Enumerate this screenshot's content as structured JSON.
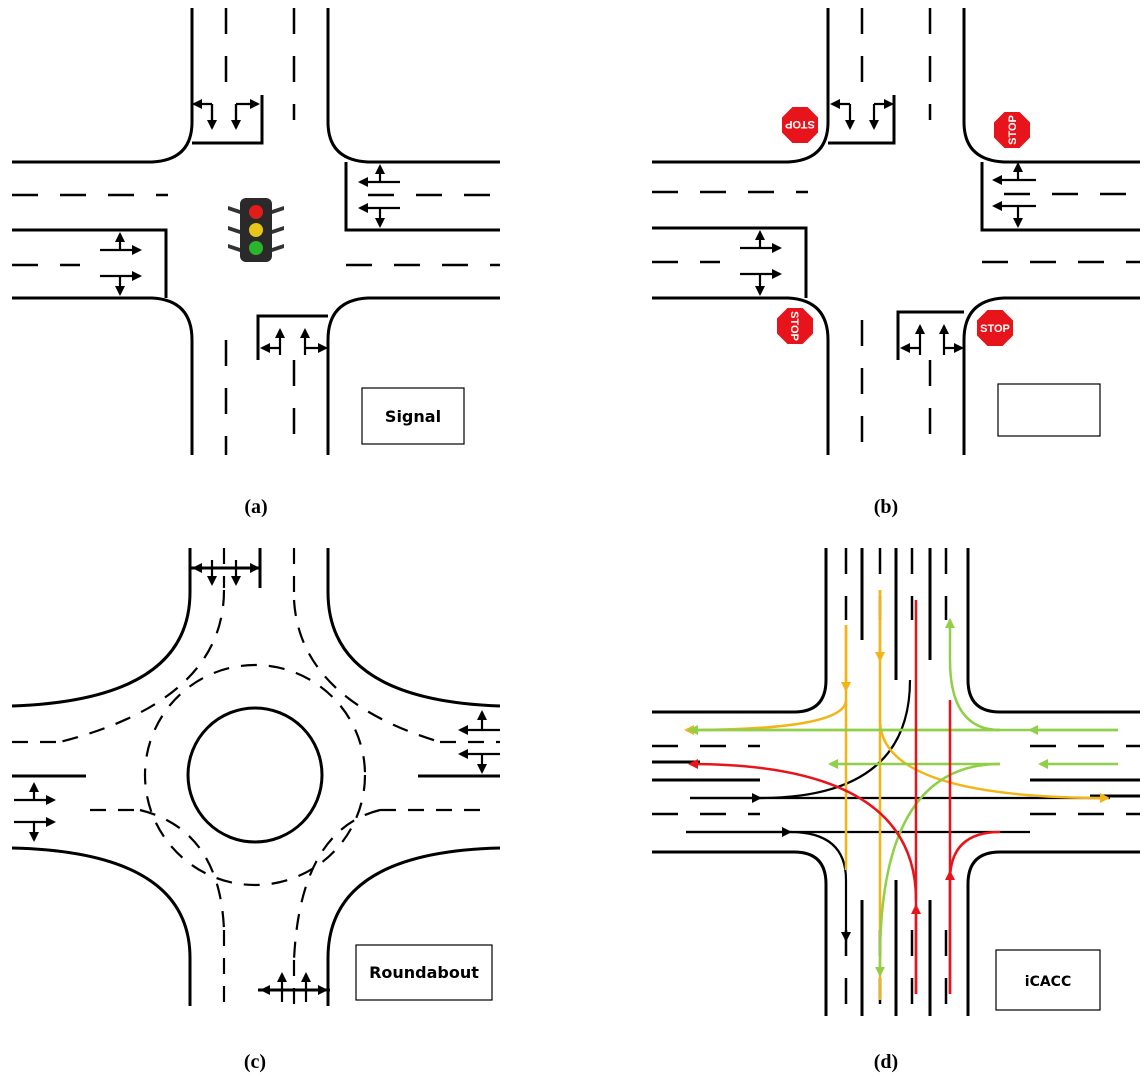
{
  "panels": {
    "a": {
      "caption": "(a)",
      "label": "Signal"
    },
    "b": {
      "caption": "(b)",
      "label": "",
      "sign_text": "STOP"
    },
    "c": {
      "caption": "(c)",
      "label": "Roundabout"
    },
    "d": {
      "caption": "(d)",
      "label": "iCACC"
    }
  },
  "colors": {
    "road": "#000000",
    "stop_sign": "#e8141b",
    "signal_red": "#e21b1b",
    "signal_yellow": "#e8c619",
    "signal_green": "#2bb52b",
    "path_yellow": "#f2b416",
    "path_green": "#8fcf4a",
    "path_red": "#e8141b"
  },
  "icons": [
    "traffic-light-icon",
    "stop-sign-icon",
    "lane-arrow-icon"
  ]
}
